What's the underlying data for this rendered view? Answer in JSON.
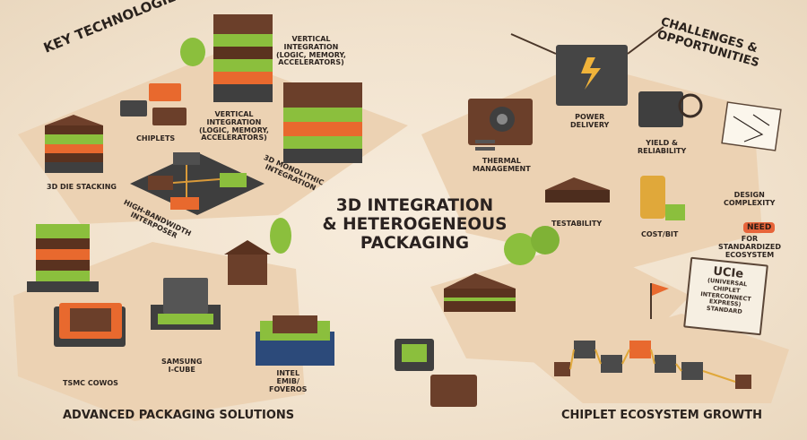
{
  "title_lines": [
    "3D INTEGRATION",
    "& HETEROGENEOUS",
    "PACKAGING"
  ],
  "sections": {
    "key_technologies": "KEY TECHNOLOGIES",
    "challenges": [
      "CHALLENGES &",
      "OPPORTUNITIES"
    ],
    "advanced_packaging": "ADVANCED PACKAGING SOLUTIONS",
    "chiplet_ecosystem": "CHIPLET ECOSYSTEM GROWTH"
  },
  "labels": {
    "die_stacking": "3D DIE STACKING",
    "chiplets": "CHIPLETS",
    "vertical_top": [
      "VERTICAL",
      "INTEGRATION",
      "(LOGIC, MEMORY,",
      "ACCELERATORS)"
    ],
    "vertical_mid": [
      "VERTICAL",
      "INTEGRATION",
      "(LOGIC, MEMORY,",
      "ACCELERATORS)"
    ],
    "monolithic": [
      "3D MONOLITHIC",
      "INTEGRATION"
    ],
    "interposer": [
      "HIGH-BANDWIDTH",
      "INTERPOSER"
    ],
    "thermal": [
      "THERMAL",
      "MANAGEMENT"
    ],
    "power": [
      "POWER",
      "DELIVERY"
    ],
    "yield": [
      "YIELD &",
      "RELIABILITY"
    ],
    "design": [
      "DESIGN",
      "COMPLEXITY"
    ],
    "testability": "TESTABILITY",
    "cost": "COST/BIT",
    "need": "NEED",
    "standardized": [
      "FOR",
      "STANDARDIZED",
      "ECOSYSTEM"
    ],
    "tsmc": "TSMC CoWoS",
    "samsung": [
      "SAMSUNG",
      "I-Cube"
    ],
    "intel": [
      "INTEL",
      "EMIB/",
      "FOVEROS"
    ]
  },
  "sign": {
    "title": "UCIe",
    "subtitle": [
      "(UNIVERSAL CHIPLET",
      "INTERCONNECT EXPRESS)",
      "STANDARD"
    ]
  },
  "colors": {
    "background": "#f3e6d3",
    "brown": "#6b3f2a",
    "green": "#8bbf3d",
    "orange": "#e8692e",
    "gray": "#4a4a4a"
  }
}
